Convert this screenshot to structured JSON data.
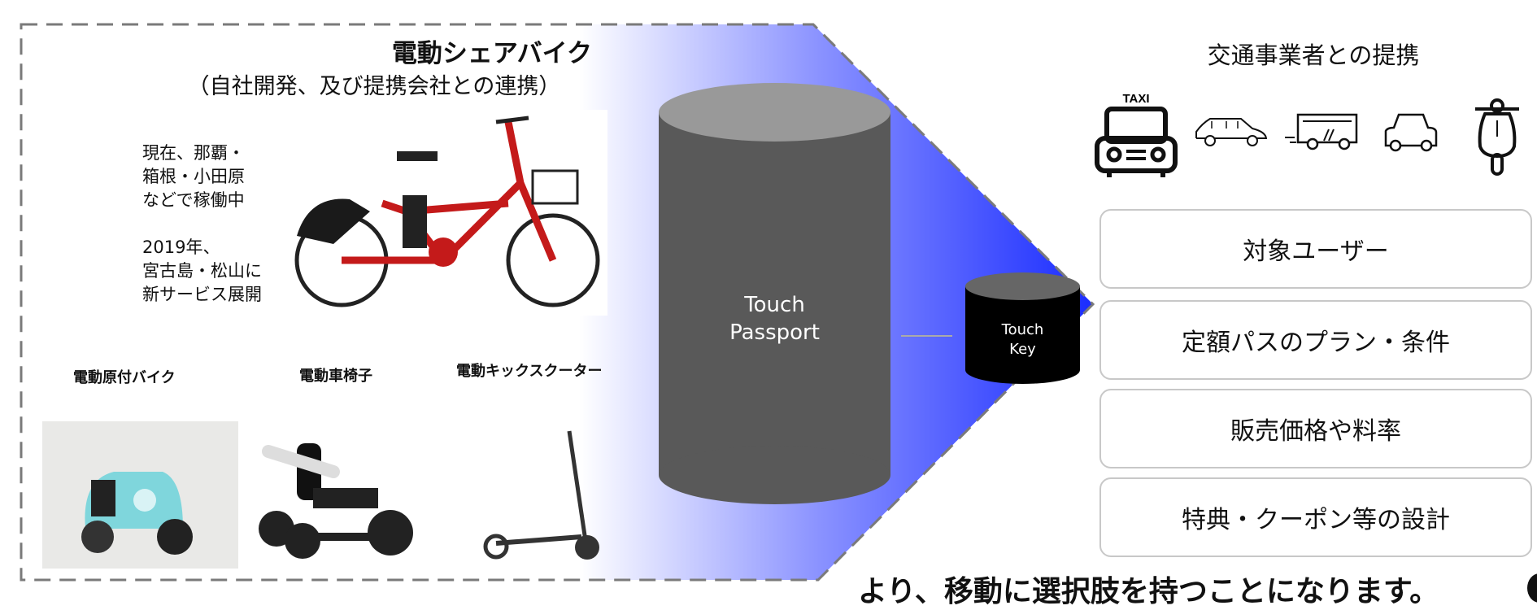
{
  "left_panel": {
    "title": "電動シェアバイク",
    "subtitle": "（自社開発、及び提携会社との連携）",
    "notes": [
      "現在、那覇・",
      "箱根・小田原",
      "などで稼働中",
      "2019年、",
      "宮古島・松山に",
      "新サービス展開"
    ],
    "vehicle_labels": {
      "moped": "電動原付バイク",
      "wheelchair": "電動車椅子",
      "kickscooter": "電動キックスクーター"
    }
  },
  "center": {
    "passport_label_1": "Touch",
    "passport_label_2": "Passport",
    "key_label_1": "Touch",
    "key_label_2": "Key"
  },
  "right_panel": {
    "title": "交通事業者との提携",
    "icons": [
      "taxi-icon",
      "car-icon",
      "bus-icon",
      "compact-car-icon",
      "scooter-icon"
    ],
    "taxi_sign": "TAXI",
    "items": [
      "対象ユーザー",
      "定額パスのプラン・条件",
      "販売価格や料率",
      "特典・クーポン等の設計"
    ]
  },
  "footer": "より、移動に選択肢を持つことになります。",
  "colors": {
    "accent_blue": "#1a2cff",
    "cylinder_gray": "#595959",
    "dash_gray": "#7a7a7a"
  }
}
